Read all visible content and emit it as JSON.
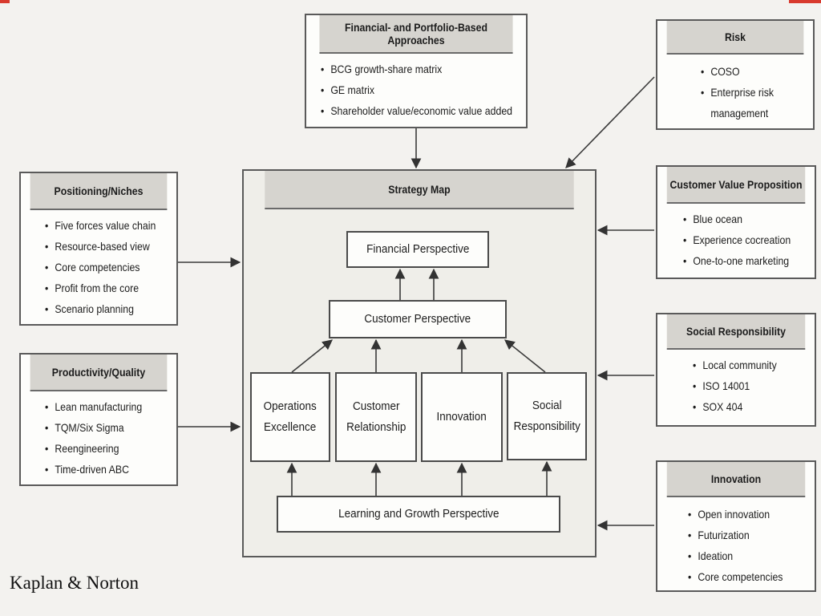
{
  "strategy_map": {
    "title": "Strategy Map",
    "financial": "Financial Perspective",
    "customer": "Customer Perspective",
    "operations": "Operations\nExcellence",
    "customer_relationship": "Customer\nRelationship",
    "innovation": "Innovation",
    "social": "Social\nResponsibility",
    "learning": "Learning and Growth Perspective"
  },
  "financial_box": {
    "title": "Financial- and Portfolio-Based Approaches",
    "items": [
      "BCG growth-share matrix",
      "GE matrix",
      "Shareholder value/economic value added"
    ]
  },
  "risk_box": {
    "title": "Risk",
    "items": [
      "COSO",
      "Enterprise risk",
      "management"
    ]
  },
  "positioning_box": {
    "title": "Positioning/Niches",
    "items": [
      "Five forces value chain",
      "Resource-based view",
      "Core competencies",
      "Profit from the core",
      "Scenario planning"
    ]
  },
  "productivity_box": {
    "title": "Productivity/Quality",
    "items": [
      "Lean manufacturing",
      "TQM/Six Sigma",
      "Reengineering",
      "Time-driven ABC"
    ]
  },
  "cvp_box": {
    "title": "Customer Value Proposition",
    "items": [
      "Blue ocean",
      "Experience cocreation",
      "One-to-one marketing"
    ]
  },
  "social_box": {
    "title": "Social Responsibility",
    "items": [
      "Local community",
      "ISO 14001",
      "SOX 404"
    ]
  },
  "innovation_box": {
    "title": "Innovation",
    "items": [
      "Open innovation",
      "Futurization",
      "Ideation",
      "Core competencies"
    ]
  },
  "credit": "Kaplan & Norton",
  "colors": {
    "header_fill": "#d6d4cf",
    "border": "#5a5a5a",
    "background": "#f3f2ef",
    "accent_red": "#d83a2e"
  }
}
